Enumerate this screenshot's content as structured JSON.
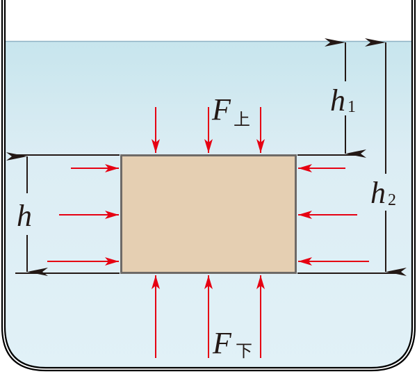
{
  "figure": {
    "title": "Buoyancy: pressure forces on a submerged block",
    "labels": {
      "force_top_symbol": "F",
      "force_top_subscript": "上",
      "force_bottom_symbol": "F",
      "force_bottom_subscript": "下",
      "height_block": "h",
      "depth_top_symbol": "h",
      "depth_top_subscript": "1",
      "depth_bottom_symbol": "h",
      "depth_bottom_subscript": "2"
    },
    "colors": {
      "water_top": "#c7e5ed",
      "water_bottom": "#e1f1f7",
      "block_fill": "#e5cfb2",
      "block_border": "#6e6a67",
      "force_arrow": "#e60012",
      "dimension_line": "#231815",
      "container": "#000000"
    },
    "arrows": {
      "top_down_count": 3,
      "bottom_up_count": 3,
      "left_right_count": 3,
      "right_left_count": 3
    }
  }
}
